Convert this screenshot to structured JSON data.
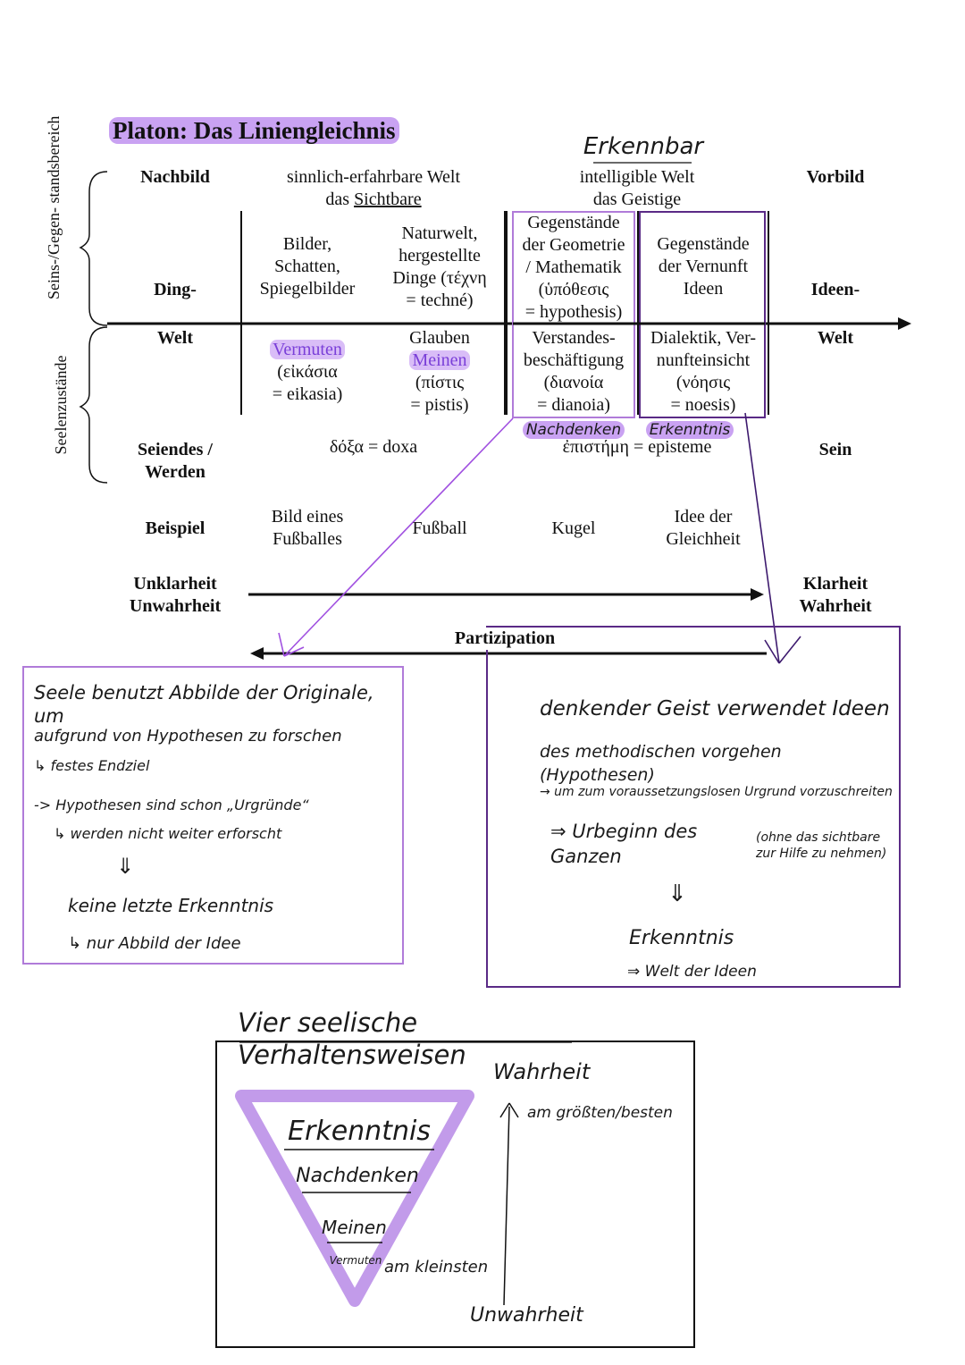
{
  "title": "Platon: Das Liniengleichnis",
  "side_labels": {
    "top": "Seins-/Gegen-\nstandsbereich",
    "bottom": "Seelenzustände"
  },
  "header": {
    "nachbild": "Nachbild",
    "sinnlich": "sinnlich-erfahrbare Welt",
    "sichtbare_pre": "das ",
    "sichtbare": "Sichtbare",
    "erkennbar": "Erkennbar",
    "intelligible": "intelligible Welt",
    "geistige": "das Geistige",
    "vorbild": "Vorbild"
  },
  "row_labels": {
    "ding": "Ding-",
    "welt_left": "Welt",
    "ideen": "Ideen-",
    "welt_right": "Welt"
  },
  "upper_cells": {
    "bilder": "Bilder,\nSchatten,\nSpiegelbilder",
    "naturwelt": "Naturwelt,\nhergestellte\nDinge (τέχνη\n= techné)",
    "geometrie": "Gegenstände\nder Geometrie\n/ Mathematik\n(ὑπόθεσις\n= hypothesis)",
    "vernunft": "Gegenstände\nder Vernunft\nIdeen"
  },
  "lower_cells": {
    "vermuten": "Vermuten",
    "eikasia": "(εἰκάσια\n= eikasia)",
    "glauben": "Glauben",
    "meinen": "Meinen",
    "pistis": "(πίστις\n= pistis)",
    "verstandes": "Verstandes-\nbeschäftigung\n(διανοία\n= dianoia)",
    "dialektik": "Dialektik, Ver-\nnunfteinsicht\n(νόησις\n= noesis)"
  },
  "annotations": {
    "nachdenken": "Nachdenken",
    "erkenntnis": "Erkenntnis"
  },
  "seiendes": {
    "label": "Seiendes /\nWerden",
    "doxa": "δόξα = doxa",
    "episteme": "ἐπιστήμη = episteme",
    "sein": "Sein"
  },
  "beispiel": {
    "label": "Beispiel",
    "bild": "Bild eines\nFußballes",
    "fussball": "Fußball",
    "kugel": "Kugel",
    "idee": "Idee der\nGleichheit"
  },
  "klarheit": {
    "left": "Unklarheit\nUnwahrheit",
    "right": "Klarheit\nWahrheit"
  },
  "partizipation": "Partizipation",
  "note_left": {
    "line1": "Seele benutzt Abbilde der Originale, um",
    "line2": "aufgrund von Hypothesen zu forschen",
    "line3": "↳ festes Endziel",
    "line4": "-> Hypothesen sind schon „Urgründe“",
    "line5": "↳ werden nicht weiter erforscht",
    "arrow": "⇓",
    "line6": "keine letzte Erkenntnis",
    "line7": "↳ nur Abbild der Idee"
  },
  "note_right": {
    "line1": "denkender Geist verwendet Ideen",
    "line2": "des methodischen vorgehen (Hypothesen)",
    "line3": "→ um zum voraussetzungslosen Urgrund vorzuschreiten",
    "line4": "⇒ Urbeginn des Ganzen",
    "line5": "(ohne das sichtbare\nzur Hilfe zu nehmen)",
    "arrow": "⇓",
    "line6": "Erkenntnis",
    "line7": "⇒ Welt der Ideen"
  },
  "bottom": {
    "title": "Vier seelische Verhaltensweisen",
    "wahrheit": "Wahrheit",
    "am_groessten": "am größten/besten",
    "levels": [
      "Erkenntnis",
      "Nachdenken",
      "Meinen",
      "Vermuten"
    ],
    "am_kleinsten": "am kleinsten",
    "unwahrheit": "Unwahrheit"
  },
  "colors": {
    "purple": "#b07bd9",
    "dark_purple": "#5a2a86",
    "highlight": "#c9a2f2"
  }
}
